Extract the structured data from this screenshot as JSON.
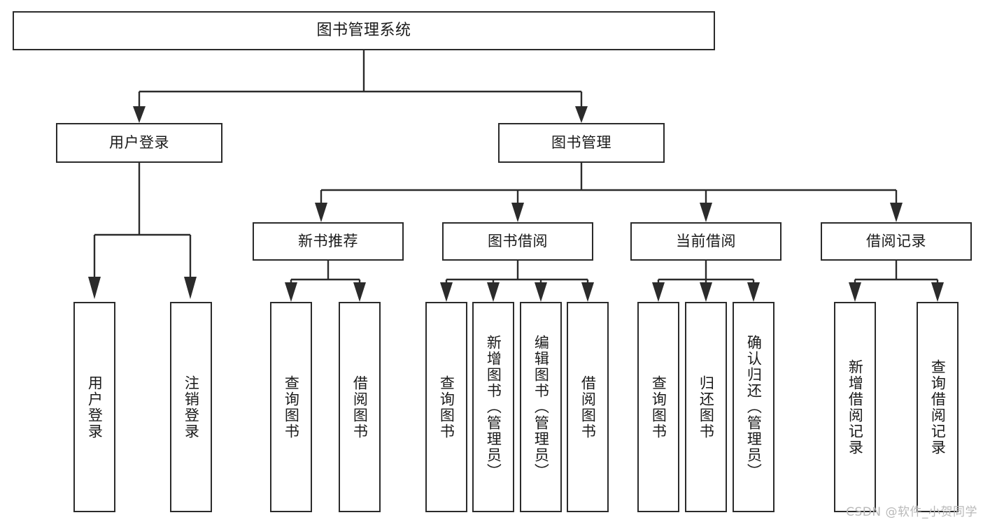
{
  "diagram": {
    "type": "tree-hierarchy",
    "title": "图书管理系统",
    "root": {
      "label": "图书管理系统"
    },
    "level2": [
      {
        "id": "user-login",
        "label": "用户登录"
      },
      {
        "id": "book-manage",
        "label": "图书管理"
      }
    ],
    "level3": [
      {
        "id": "new-book-rec",
        "label": "新书推荐",
        "parent": "book-manage"
      },
      {
        "id": "book-borrow",
        "label": "图书借阅",
        "parent": "book-manage"
      },
      {
        "id": "current-borrow",
        "label": "当前借阅",
        "parent": "book-manage"
      },
      {
        "id": "borrow-record",
        "label": "借阅记录",
        "parent": "book-manage"
      }
    ],
    "leaves": [
      {
        "id": "leaf-user-login",
        "label": "用户登录",
        "parent": "user-login"
      },
      {
        "id": "leaf-logout",
        "label": "注销登录",
        "parent": "user-login"
      },
      {
        "id": "leaf-query-book-1",
        "label": "查询图书",
        "parent": "new-book-rec"
      },
      {
        "id": "leaf-borrow-book-1",
        "label": "借阅图书",
        "parent": "new-book-rec"
      },
      {
        "id": "leaf-query-book-2",
        "label": "查询图书",
        "parent": "book-borrow"
      },
      {
        "id": "leaf-add-book",
        "label": "新增图书（管理员）",
        "parent": "book-borrow"
      },
      {
        "id": "leaf-edit-book",
        "label": "编辑图书（管理员）",
        "parent": "book-borrow"
      },
      {
        "id": "leaf-borrow-book-2",
        "label": "借阅图书",
        "parent": "book-borrow"
      },
      {
        "id": "leaf-query-book-3",
        "label": "查询图书",
        "parent": "current-borrow"
      },
      {
        "id": "leaf-return-book",
        "label": "归还图书",
        "parent": "current-borrow"
      },
      {
        "id": "leaf-confirm-return",
        "label": "确认归还（管理员）",
        "parent": "current-borrow"
      },
      {
        "id": "leaf-add-record",
        "label": "新增借阅记录",
        "parent": "borrow-record"
      },
      {
        "id": "leaf-query-record",
        "label": "查询借阅记录",
        "parent": "borrow-record"
      }
    ],
    "watermark": "CSDN @软件_小贺同学",
    "colors": {
      "stroke": "#2b2b2b",
      "fill": "#ffffff",
      "text": "#1a1a1a",
      "watermark": "#b9b9b9"
    }
  }
}
